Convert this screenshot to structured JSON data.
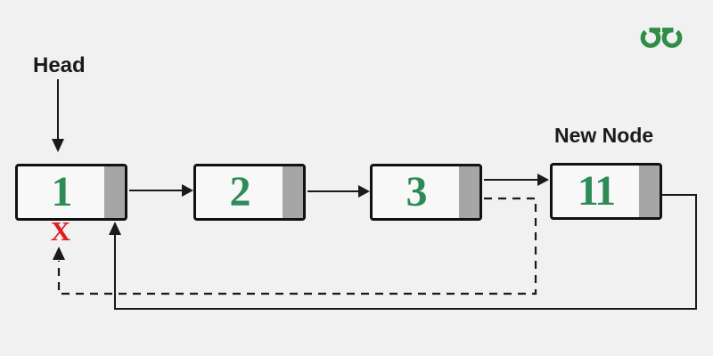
{
  "labels": {
    "head": "Head",
    "new_node": "New Node"
  },
  "list": {
    "type": "circular-singly-linked-list-insertion-at-end",
    "nodes": [
      {
        "value": "1"
      },
      {
        "value": "2"
      },
      {
        "value": "3"
      },
      {
        "value": "11"
      }
    ]
  },
  "markers": {
    "broken_link": "X"
  },
  "colors": {
    "background": "#f1f1f2",
    "node_fill": "#f8f8f8",
    "node_border": "#111111",
    "pointer_slot": "#a6a6a6",
    "node_value_green": "#2e8b57",
    "broken_link_red": "#e11d1d",
    "line": "#1a1a1a",
    "logo_green": "#2f8d46"
  },
  "icons": {
    "logo": "geeksforgeeks-logo"
  }
}
